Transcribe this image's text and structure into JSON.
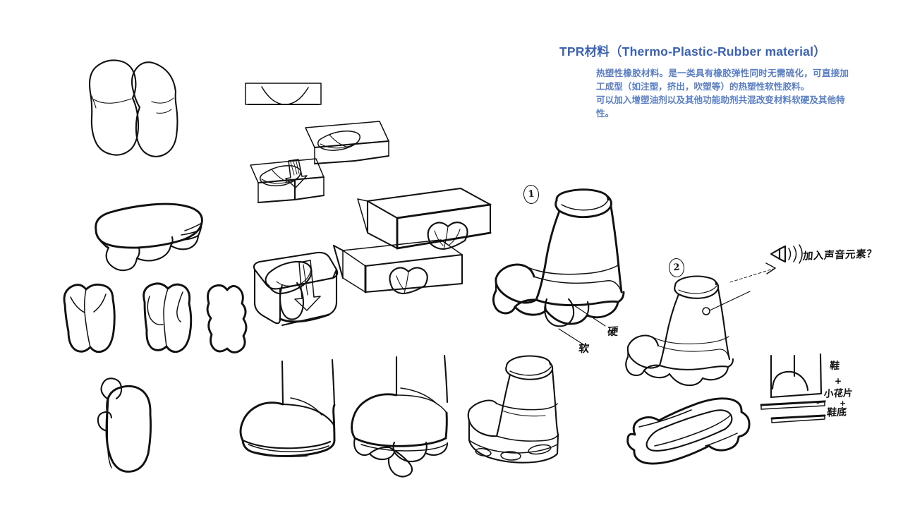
{
  "page": {
    "background_color": "#ffffff",
    "ink_color": "#111111",
    "document_kind": "hand-drawn product design sketch sheet"
  },
  "text_panel": {
    "title": "TPR材料（Thermo-Plastic-Rubber material）",
    "title_color": "#3c62b4",
    "body_color": "#5b7fc4",
    "paragraphs": [
      "热塑性橡胶材料。是一类具有橡胶弹性同时无需硫化，可直接加工成型（如注塑，挤出，吹塑等）的热塑性软性胶料。",
      "可以加入增塑油剂以及其他功能助剂共混改变材料软硬及其他特性。"
    ]
  },
  "annotations": {
    "hard_label": "硬",
    "soft_label": "软",
    "sound_note": "加入声音元素？",
    "sound_icon": "speaker-icon",
    "stack_labels": {
      "upper": "鞋",
      "plus_1": "+",
      "middle": "小花片",
      "plus_2": "+",
      "lower": "鞋底"
    },
    "step_one": "1",
    "step_two": "2"
  },
  "sketch_groups": [
    {
      "name": "foot-outline-pair",
      "caption": ""
    },
    {
      "name": "mold-cross-section",
      "caption": ""
    },
    {
      "name": "mold-block-sequence",
      "caption": ""
    },
    {
      "name": "sole-perspective",
      "caption": ""
    },
    {
      "name": "sole-variants-row",
      "caption": ""
    },
    {
      "name": "insole-single",
      "caption": ""
    },
    {
      "name": "boot-step-one",
      "caption": ""
    },
    {
      "name": "boot-step-two",
      "caption": ""
    },
    {
      "name": "boot-toe-studies",
      "caption": ""
    },
    {
      "name": "boot-vented-sole",
      "caption": ""
    },
    {
      "name": "sole-stack-diagram",
      "caption": ""
    },
    {
      "name": "sole-outline-bottom-right",
      "caption": ""
    }
  ]
}
